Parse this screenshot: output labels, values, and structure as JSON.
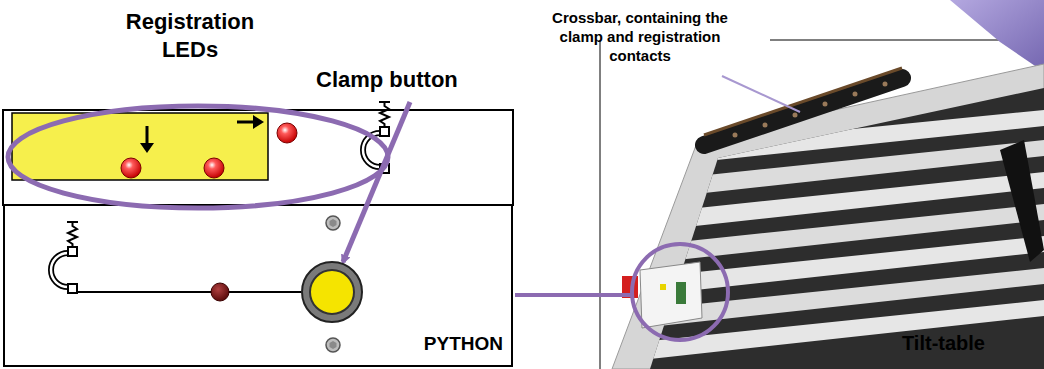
{
  "diagram": {
    "nodes": [
      {
        "text": [
          "PYTHON"
        ]
      }
    ],
    "labels": [
      "Registration LEDs",
      "Clamp button",
      "Crossbar, containing the clamp and registration contacts",
      "Tilt-table"
    ]
  }
}
